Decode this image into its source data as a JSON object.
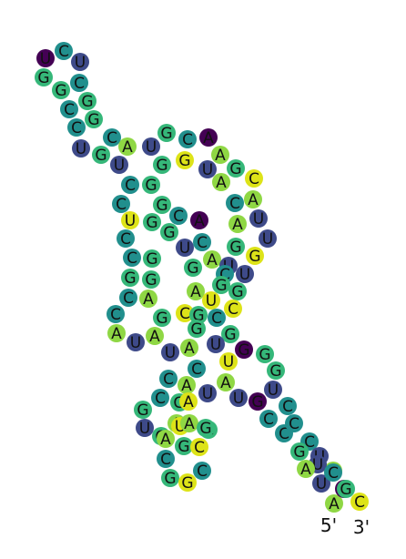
{
  "diagram": {
    "kind": "rna-secondary-structure",
    "end_labels": {
      "five_prime": "5'",
      "three_prime": "3'"
    },
    "palette": {
      "U": "#3e4a89",
      "C": "#218f8d",
      "G": "#35b779",
      "A": "#8fd744",
      "special_yellow": "#dde318",
      "special_purple": "#440154"
    },
    "nucleotides": [
      "U",
      "C",
      "U",
      "G",
      "G",
      "C",
      "G",
      "C",
      "G",
      "C",
      "U",
      "G",
      "C",
      "A",
      "U",
      "U",
      "G",
      "C",
      "A",
      "G",
      "G",
      "A",
      "U",
      "G",
      "C",
      "A",
      "G",
      "C",
      "C",
      "G",
      "C",
      "A",
      "U",
      "A",
      "U",
      "G",
      "C",
      "A",
      "G",
      "C",
      "G",
      "C",
      "U",
      "C",
      "G",
      "G",
      "U",
      "G",
      "A",
      "U",
      "G",
      "G",
      "C",
      "U",
      "A",
      "U",
      "G",
      "G",
      "C",
      "A",
      "C",
      "G",
      "C",
      "G",
      "C",
      "A",
      "U",
      "A",
      "G",
      "C",
      "G",
      "U",
      "A",
      "U",
      "G",
      "G",
      "C",
      "U",
      "G",
      "C",
      "A",
      "U",
      "A",
      "U",
      "G",
      "C",
      "G",
      "A",
      "U",
      "G",
      "C",
      "A",
      "G",
      "C",
      "C",
      "G",
      "U",
      "A",
      "G",
      "C",
      "C",
      "U",
      "A",
      "G",
      "C",
      "G",
      "U",
      "A",
      "U",
      "A",
      "U",
      "C",
      "G",
      "G",
      "C",
      "A",
      "U",
      "C",
      "G",
      "C",
      "A",
      "U",
      "U",
      "G",
      "C",
      "A",
      "G",
      "C",
      "A",
      "C",
      "C",
      "G",
      "A",
      "G",
      "U",
      "A",
      "U"
    ]
  }
}
